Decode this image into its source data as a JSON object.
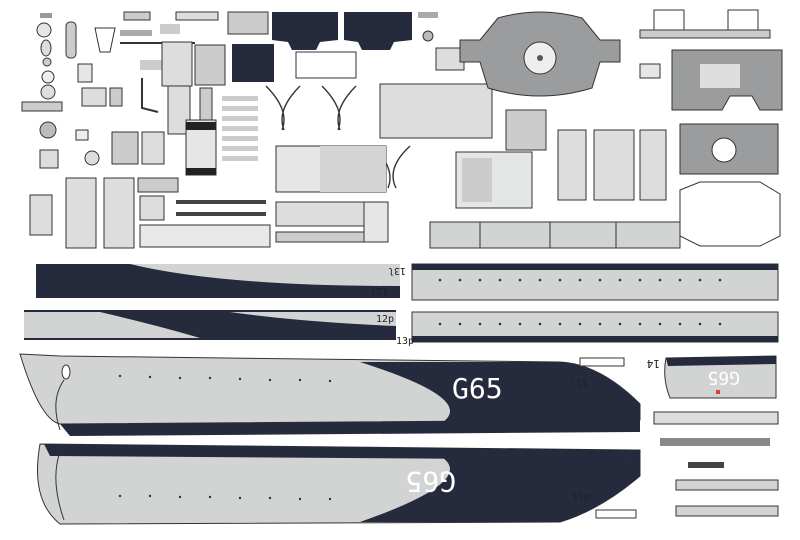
{
  "colors": {
    "navy": "#252a3c",
    "panel": "#d2d4d4",
    "panel_light": "#e4e5e5",
    "panel_dark": "#9a9c9e",
    "line": "#3a3a3a"
  },
  "hull": {
    "marking_upper": "G65",
    "marking_lower": "G65",
    "marking_small": "G65"
  },
  "labels": {
    "strip_13l": "13l",
    "strip_12l": "12l",
    "strip_12p": "12p",
    "strip_13p": "13p",
    "hull_11l": "11l",
    "hull_11p": "11p",
    "stern_14": "14"
  }
}
